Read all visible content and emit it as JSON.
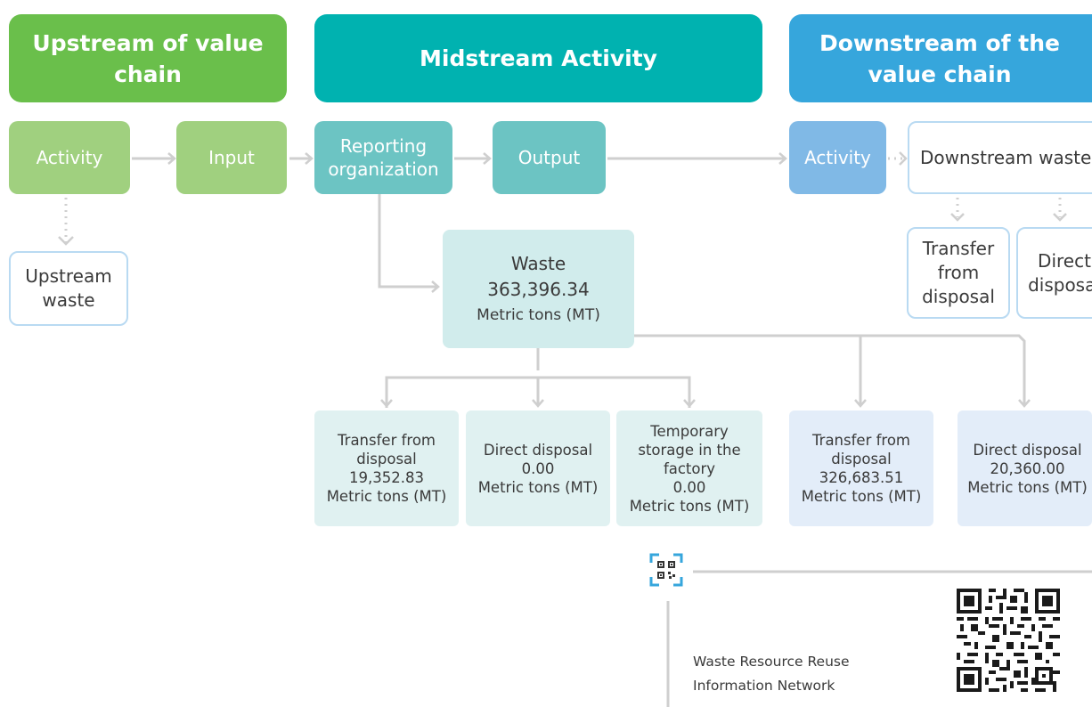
{
  "headers": {
    "upstream": "Upstream of value chain",
    "midstream": "Midstream Activity",
    "downstream": "Downstream of the value chain"
  },
  "stages": {
    "up_activity": "Activity",
    "input": "Input",
    "reporting_org": "Reporting organization",
    "output": "Output",
    "down_activity": "Activity",
    "downstream_waste": "Downstream waste",
    "upstream_waste": "Upstream waste",
    "down_transfer": "Transfer from disposal",
    "down_direct": "Direct disposal"
  },
  "waste": {
    "label": "Waste",
    "value": "363,396.34",
    "unit": "Metric tons (MT)"
  },
  "mid_boxes": [
    {
      "label": "Transfer from disposal",
      "value": "19,352.83",
      "unit": "Metric tons (MT)"
    },
    {
      "label": "Direct disposal",
      "value": "0.00",
      "unit": "Metric tons (MT)"
    },
    {
      "label": "Temporary storage in the factory",
      "value": "0.00",
      "unit": "Metric tons (MT)"
    }
  ],
  "down_boxes": [
    {
      "label": "Transfer from disposal",
      "value": "326,683.51",
      "unit": "Metric tons (MT)"
    },
    {
      "label": "Direct disposal",
      "value": "20,360.00",
      "unit": "Metric tons (MT)"
    }
  ],
  "qr_note": "Waste Resource Reuse Information Network",
  "colors": {
    "upstream": "#6abf4b",
    "midstream": "#00b2b0",
    "downstream": "#36a6dc",
    "connector": "#cfcfcf",
    "qr_bracket": "#36a6dc"
  },
  "icons": [
    "qr-scan-icon",
    "qr-code"
  ]
}
